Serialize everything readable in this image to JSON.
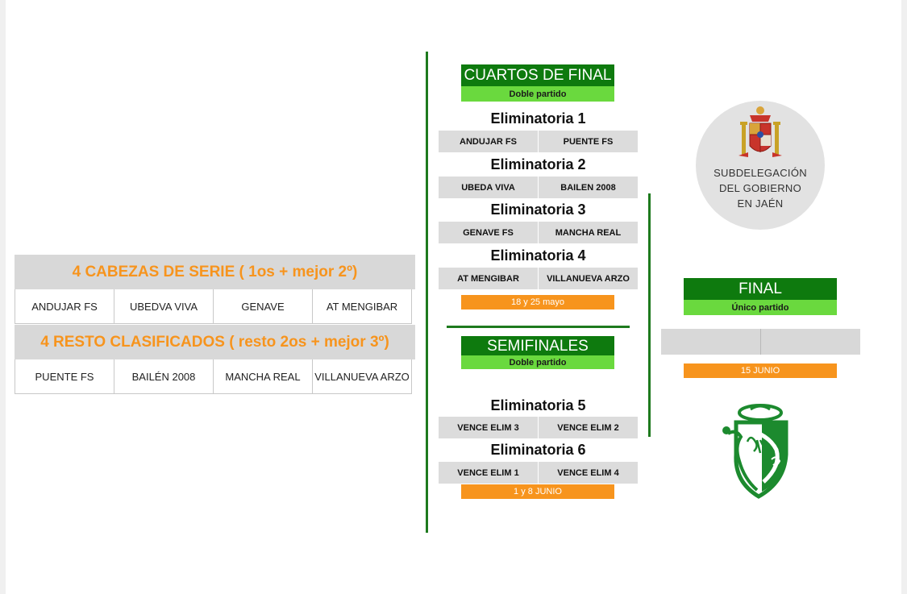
{
  "seeding": {
    "header_top": "4 CABEZAS DE SERIE ( 1os + mejor 2º)",
    "row_top": [
      "ANDUJAR FS",
      "UBEDVA VIVA",
      "GENAVE",
      "AT MENGIBAR"
    ],
    "header_bottom": "4 RESTO CLASIFICADOS ( resto 2os +  mejor 3º)",
    "row_bottom": [
      "PUENTE FS",
      "BAILÉN 2008",
      "MANCHA REAL",
      "VILLANUEVA ARZO"
    ]
  },
  "quarterfinals": {
    "title": "CUARTOS DE FINAL",
    "subtitle": "Doble partido",
    "ties": [
      {
        "name": "Eliminatoria 1",
        "home": "ANDUJAR FS",
        "away": "PUENTE FS"
      },
      {
        "name": "Eliminatoria 2",
        "home": "UBEDA VIVA",
        "away": "BAILEN 2008"
      },
      {
        "name": "Eliminatoria 3",
        "home": "GENAVE FS",
        "away": "MANCHA REAL"
      },
      {
        "name": "Eliminatoria 4",
        "home": "AT MENGIBAR",
        "away": "VILLANUEVA ARZO"
      }
    ],
    "dates": "18 y 25 mayo"
  },
  "semifinals": {
    "title": "SEMIFINALES",
    "subtitle": "Doble partido",
    "ties": [
      {
        "name": "Eliminatoria 5",
        "home": "VENCE ELIM 3",
        "away": "VENCE ELIM 2"
      },
      {
        "name": "Eliminatoria 6",
        "home": "VENCE ELIM 1",
        "away": "VENCE ELIM 4"
      }
    ],
    "dates": "1 y 8 JUNIO"
  },
  "final": {
    "title": "FINAL",
    "subtitle": "Único partido",
    "home": "",
    "away": "",
    "dates": "15 JUNIO"
  },
  "seal": {
    "lines": [
      "SUBDELEGACIÓN",
      "DEL GOBIERNO",
      "EN JAÉN"
    ]
  },
  "colors": {
    "orange": "#f7941d",
    "dark_green": "#0e7a0e",
    "light_green": "#6ad93e",
    "grey": "#d8d8d8"
  },
  "icons": [
    "coat-of-arms-icon",
    "real-jaen-crest-icon"
  ]
}
